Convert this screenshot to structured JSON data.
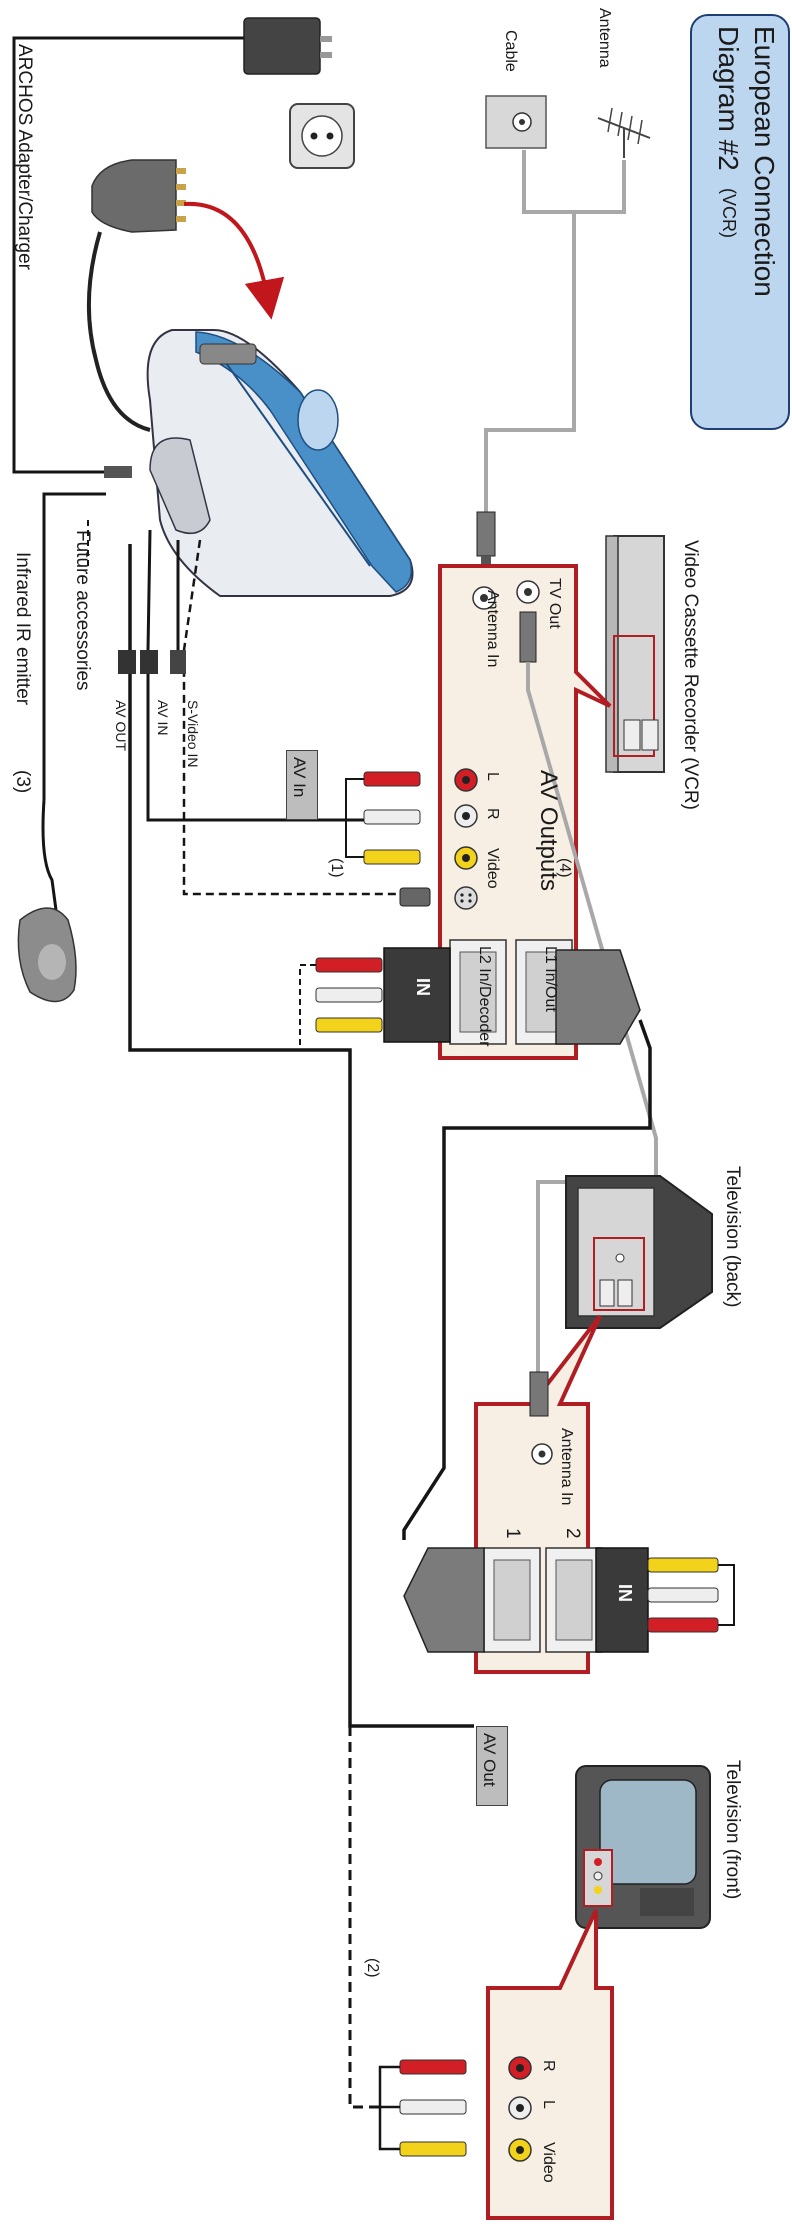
{
  "title": {
    "line1": "European Connection",
    "line2": "Diagram #2",
    "suffix": "(VCR)"
  },
  "labels": {
    "antenna": "Antenna",
    "cable": "Cable",
    "adapter": "ARCHOS Adapter/Charger",
    "future": "Future accessories",
    "infrared": "Infrared IR emitter",
    "infrared_num": "(3)",
    "svideo_in": "S-Video IN",
    "av_in": "AV IN",
    "av_out": "AV OUT",
    "vcr": "Video Cassette Recorder (VCR)",
    "tv_out": "TV Out",
    "antenna_in": "Antenna In",
    "av_outputs": "AV Outputs",
    "av_outputs_num": "(4)",
    "jack_l": "L",
    "jack_r": "R",
    "jack_video": "Video",
    "num_1": "(1)",
    "l1": "L1 In/Out",
    "l2": "L2 In/Decoder",
    "tag_av_in": "AV In",
    "tag_av_out": "AV Out",
    "tv_back": "Television (back)",
    "tv_antenna_in": "Antenna In",
    "tv_scart_1": "1",
    "tv_scart_2": "2",
    "tv_front": "Television (front)",
    "num_2": "(2)",
    "front_r": "R",
    "front_l": "L",
    "front_video": "Video",
    "scart_in": "IN"
  },
  "colors": {
    "title_fill": "#bcd6ef",
    "title_border": "#1f3e73",
    "panel_fill": "#f7efe3",
    "panel_border": "#b01e23",
    "arrow": "#c0161c",
    "cable_black": "#151515",
    "cable_grey": "#a8a8a8",
    "plug_red": "#d21f26",
    "plug_white": "#eeeeee",
    "plug_yellow": "#f2d21a",
    "device_blue": "#4a90c8"
  }
}
